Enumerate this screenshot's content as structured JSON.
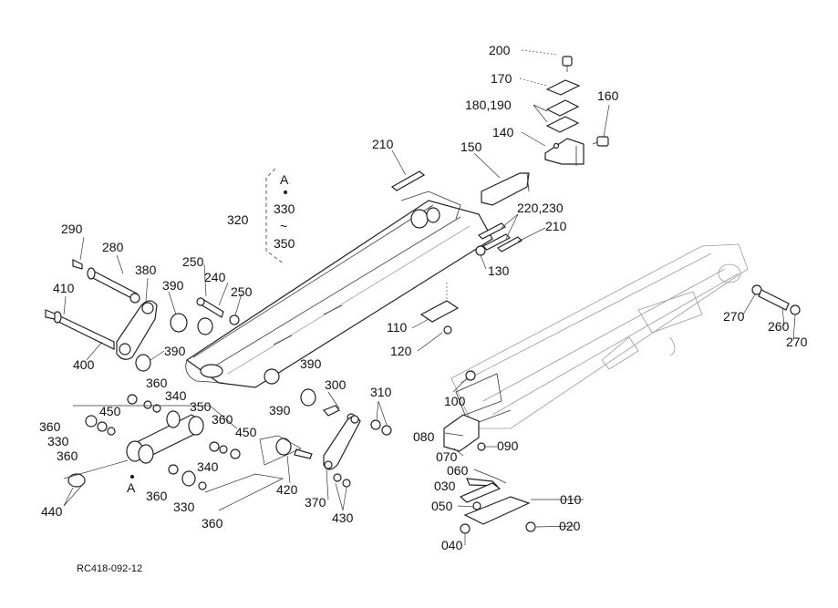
{
  "diagram": {
    "labels": [
      {
        "id": "l200",
        "text": "200"
      },
      {
        "id": "l170",
        "text": "170"
      },
      {
        "id": "l180",
        "text": "180,190"
      },
      {
        "id": "l160",
        "text": "160"
      },
      {
        "id": "l140",
        "text": "140"
      },
      {
        "id": "l210a",
        "text": "210"
      },
      {
        "id": "l150",
        "text": "150"
      },
      {
        "id": "l220",
        "text": "220,230"
      },
      {
        "id": "l210b",
        "text": "210"
      },
      {
        "id": "l130",
        "text": "130"
      },
      {
        "id": "l320",
        "text": "320"
      },
      {
        "id": "lA1",
        "text": "A"
      },
      {
        "id": "l330a",
        "text": "330"
      },
      {
        "id": "ltilde",
        "text": "~"
      },
      {
        "id": "l350a",
        "text": "350"
      },
      {
        "id": "l290",
        "text": "290"
      },
      {
        "id": "l280",
        "text": "280"
      },
      {
        "id": "l380",
        "text": "380"
      },
      {
        "id": "l250a",
        "text": "250"
      },
      {
        "id": "l240",
        "text": "240"
      },
      {
        "id": "l250b",
        "text": "250"
      },
      {
        "id": "l410",
        "text": "410"
      },
      {
        "id": "l390a",
        "text": "390"
      },
      {
        "id": "l400",
        "text": "400"
      },
      {
        "id": "l390b",
        "text": "390"
      },
      {
        "id": "l110",
        "text": "110"
      },
      {
        "id": "l120",
        "text": "120"
      },
      {
        "id": "l270a",
        "text": "270"
      },
      {
        "id": "l260",
        "text": "260"
      },
      {
        "id": "l270b",
        "text": "270"
      },
      {
        "id": "l390c",
        "text": "390"
      },
      {
        "id": "l360a",
        "text": "360"
      },
      {
        "id": "l340a",
        "text": "340"
      },
      {
        "id": "l300",
        "text": "300"
      },
      {
        "id": "l310",
        "text": "310"
      },
      {
        "id": "l100",
        "text": "100"
      },
      {
        "id": "l450a",
        "text": "450"
      },
      {
        "id": "l350b",
        "text": "350"
      },
      {
        "id": "l360b",
        "text": "360"
      },
      {
        "id": "l390d",
        "text": "390"
      },
      {
        "id": "l360c",
        "text": "360"
      },
      {
        "id": "l330b",
        "text": "330"
      },
      {
        "id": "l450b",
        "text": "450"
      },
      {
        "id": "l360d",
        "text": "360"
      },
      {
        "id": "l080",
        "text": "080"
      },
      {
        "id": "l090",
        "text": "090"
      },
      {
        "id": "l070",
        "text": "070"
      },
      {
        "id": "l340b",
        "text": "340"
      },
      {
        "id": "lA2",
        "text": "A"
      },
      {
        "id": "l060",
        "text": "060"
      },
      {
        "id": "l030",
        "text": "030"
      },
      {
        "id": "l420",
        "text": "420"
      },
      {
        "id": "l360e",
        "text": "360"
      },
      {
        "id": "l330c",
        "text": "330"
      },
      {
        "id": "l370",
        "text": "370"
      },
      {
        "id": "l440",
        "text": "440"
      },
      {
        "id": "l360f",
        "text": "360"
      },
      {
        "id": "l430",
        "text": "430"
      },
      {
        "id": "l010",
        "text": "010"
      },
      {
        "id": "l050",
        "text": "050"
      },
      {
        "id": "l020",
        "text": "020"
      },
      {
        "id": "l040",
        "text": "040"
      }
    ],
    "drawing_code": "RC418-092-12"
  }
}
